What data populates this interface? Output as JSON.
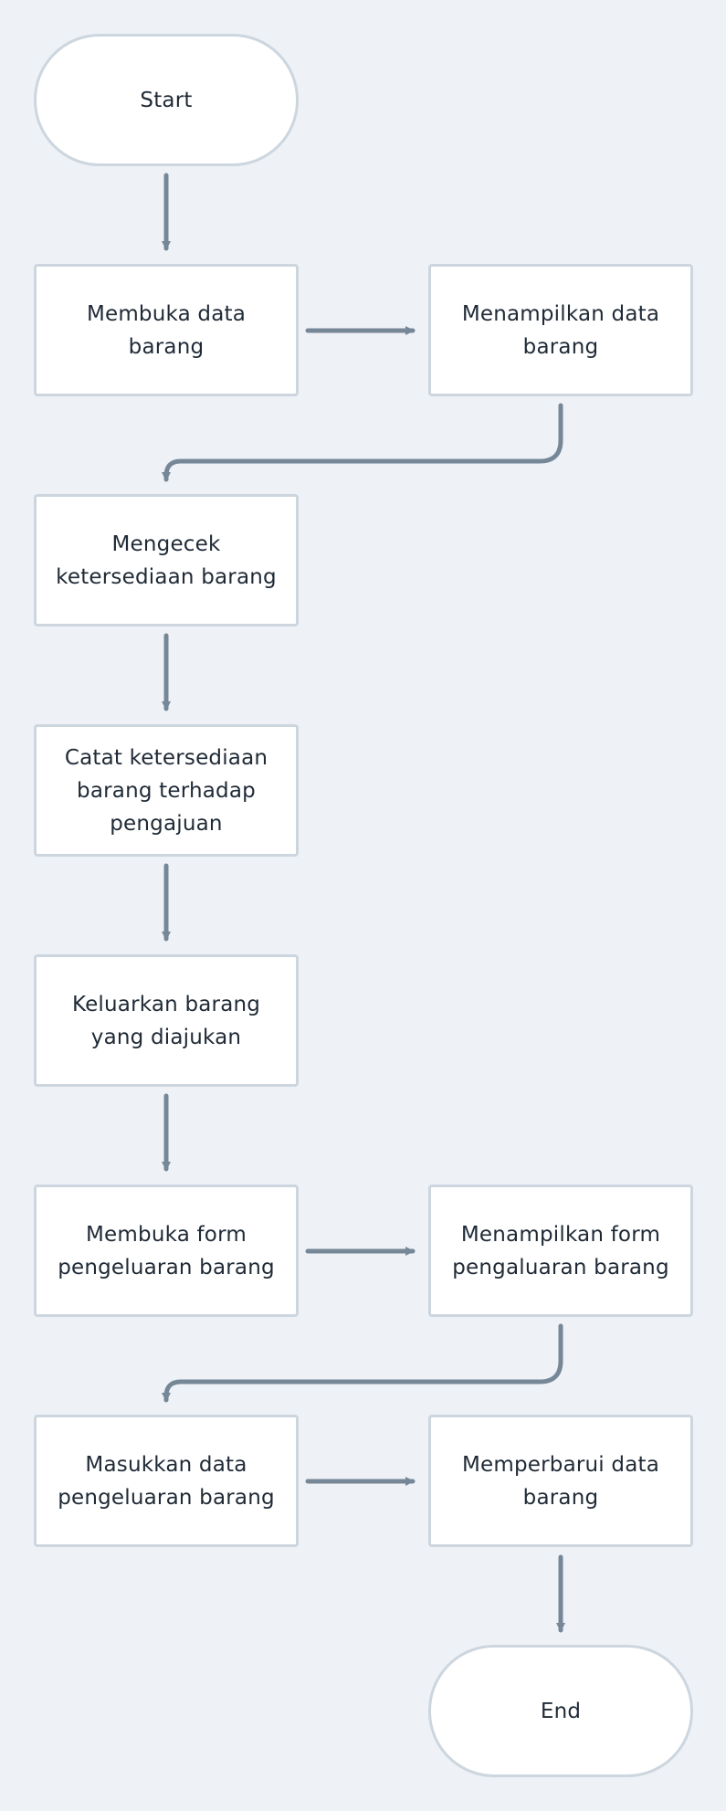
{
  "colors": {
    "background": "#eef2f6",
    "node_fill": "#ffffff",
    "node_border": "#cdd6df",
    "arrow": "#768797",
    "text": "#1f2a36"
  },
  "nodes": {
    "start": {
      "label": "Start"
    },
    "open_data": {
      "label": "Membuka data\nbarang"
    },
    "show_data": {
      "label": "Menampilkan data\nbarang"
    },
    "check_stock": {
      "label": "Mengecek\nketersediaan barang"
    },
    "record_stock": {
      "label": "Catat ketersediaan\nbarang terhadap\npengajuan"
    },
    "release_items": {
      "label": "Keluarkan barang\nyang diajukan"
    },
    "open_form": {
      "label": "Membuka form\npengeluaran barang"
    },
    "show_form": {
      "label": "Menampilkan form\npengaluaran barang"
    },
    "enter_data": {
      "label": "Masukkan data\npengeluaran barang"
    },
    "update_data": {
      "label": "Memperbarui data\nbarang"
    },
    "end": {
      "label": "End"
    }
  },
  "edges": [
    {
      "from": "start",
      "to": "open_data"
    },
    {
      "from": "open_data",
      "to": "show_data"
    },
    {
      "from": "show_data",
      "to": "check_stock"
    },
    {
      "from": "check_stock",
      "to": "record_stock"
    },
    {
      "from": "record_stock",
      "to": "release_items"
    },
    {
      "from": "release_items",
      "to": "open_form"
    },
    {
      "from": "open_form",
      "to": "show_form"
    },
    {
      "from": "show_form",
      "to": "enter_data"
    },
    {
      "from": "enter_data",
      "to": "update_data"
    },
    {
      "from": "update_data",
      "to": "end"
    }
  ]
}
